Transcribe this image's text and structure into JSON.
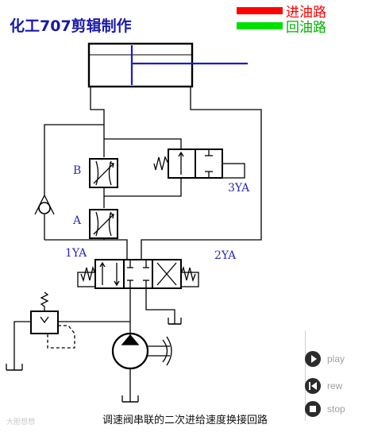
{
  "title": "化工707剪辑制作",
  "legend": {
    "supply": {
      "label": "进油路",
      "color": "#ff0000"
    },
    "return": {
      "label": "回油路",
      "color": "#00e000"
    }
  },
  "labels": {
    "valve_b": "B",
    "valve_a": "A",
    "coil_3ya": "3YA",
    "coil_1ya": "1YA",
    "coil_2ya": "2YA"
  },
  "caption": "调速阀串联的二次进给速度换接回路",
  "watermark": "大胆想想",
  "controls": [
    {
      "label": "play",
      "icon": "play-icon"
    },
    {
      "label": "rew",
      "icon": "rewind-icon"
    },
    {
      "label": "stop",
      "icon": "stop-icon"
    }
  ],
  "colors": {
    "line": "#000000",
    "piston_rod": "#1a1acc",
    "text": "#2a2ab8"
  }
}
